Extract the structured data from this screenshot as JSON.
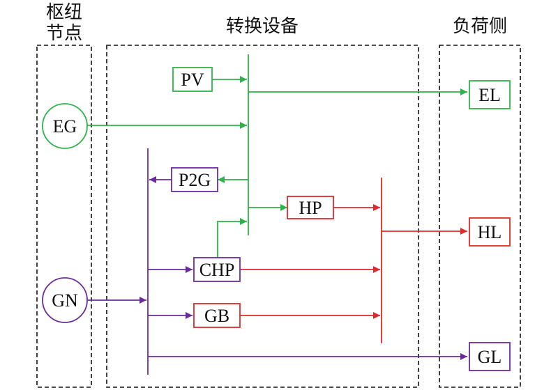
{
  "headers": {
    "hub": [
      "枢纽",
      "节点"
    ],
    "conversion": "转换设备",
    "load": "负荷侧"
  },
  "nodes": {
    "eg": "EG",
    "gn": "GN",
    "pv": "PV",
    "p2g": "P2G",
    "hp": "HP",
    "chp": "CHP",
    "gb": "GB",
    "el": "EL",
    "hl": "HL",
    "gl": "GL"
  },
  "colors": {
    "electric": "#2fb24a",
    "heat": "#e02a2a",
    "gas": "#6a2c9c",
    "frame": "#111111"
  }
}
